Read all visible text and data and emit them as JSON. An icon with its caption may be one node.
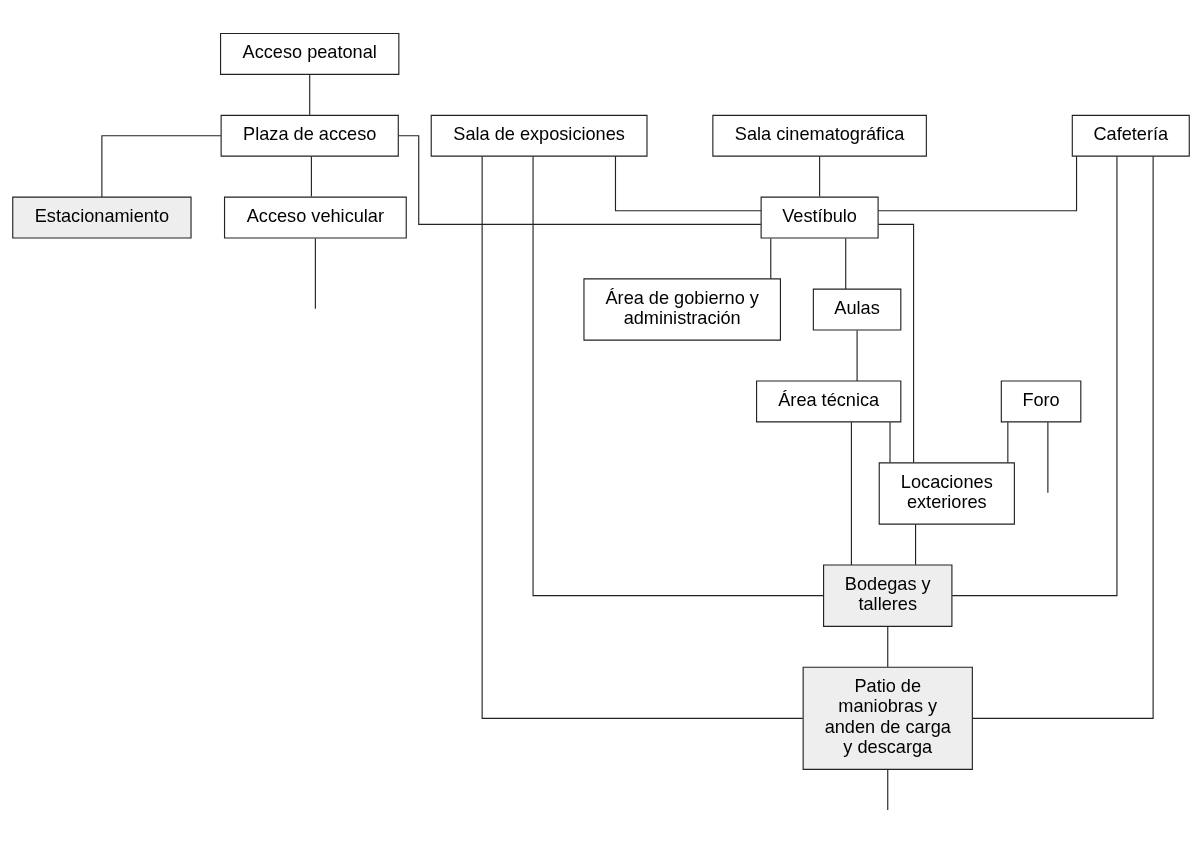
{
  "diagram": {
    "nodes": [
      {
        "text": [
          "Acceso peatonal"
        ]
      },
      {
        "text": [
          "Acceso vehicular"
        ]
      },
      {
        "text": [
          "Plaza de acceso"
        ]
      },
      {
        "text": [
          "Sala de exposiciones"
        ]
      },
      {
        "text": [
          "Estacionamiento"
        ]
      },
      {
        "text": [
          "Sala cinematográfica"
        ]
      },
      {
        "text": [
          "Vestíbulo"
        ]
      },
      {
        "text": [
          "Cafetería"
        ]
      },
      {
        "text": [
          "Foro"
        ]
      },
      {
        "text": [
          "Área de gobierno y administración"
        ]
      },
      {
        "text": [
          "Aulas"
        ]
      },
      {
        "text": [
          "Área técnica"
        ]
      },
      {
        "text": [
          "Locaciones exteriores"
        ]
      },
      {
        "text": [
          "Bodegas y talleres"
        ]
      },
      {
        "text": [
          "Patio de maniobras y anden de carga y descarga"
        ]
      }
    ],
    "edges": [
      {
        "from": 0,
        "to": 2,
        "arrow": "none"
      },
      {
        "from": 2,
        "to": 1,
        "arrow": "none"
      },
      {
        "from": 2,
        "to": 4,
        "arrow": "none"
      },
      {
        "from": 1,
        "to": null,
        "arrow": "none"
      },
      {
        "from": 2,
        "to": 6,
        "arrow": "none"
      },
      {
        "from": 3,
        "to": 6,
        "arrow": "none"
      },
      {
        "from": 5,
        "to": 6,
        "arrow": "none"
      },
      {
        "from": 7,
        "to": 6,
        "arrow": "none"
      },
      {
        "from": 6,
        "to": 9,
        "arrow": "none"
      },
      {
        "from": 6,
        "to": 10,
        "arrow": "none"
      },
      {
        "from": 6,
        "to": 12,
        "arrow": "none"
      },
      {
        "from": 8,
        "to": 12,
        "arrow": "none"
      },
      {
        "from": 8,
        "to": null,
        "arrow": "none"
      },
      {
        "from": 10,
        "to": 11,
        "arrow": "none"
      },
      {
        "from": 11,
        "to": 12,
        "arrow": "none"
      },
      {
        "from": 11,
        "to": 13,
        "arrow": "none"
      },
      {
        "from": 12,
        "to": 13,
        "arrow": "none"
      },
      {
        "from": 13,
        "to": 14,
        "arrow": "none"
      },
      {
        "from": 3,
        "to": 13,
        "arrow": "none"
      },
      {
        "from": 7,
        "to": 13,
        "arrow": "none"
      },
      {
        "from": 3,
        "to": 14,
        "arrow": "none"
      },
      {
        "from": 7,
        "to": 14,
        "arrow": "none"
      },
      {
        "from": 14,
        "to": null,
        "arrow": "none"
      }
    ]
  }
}
